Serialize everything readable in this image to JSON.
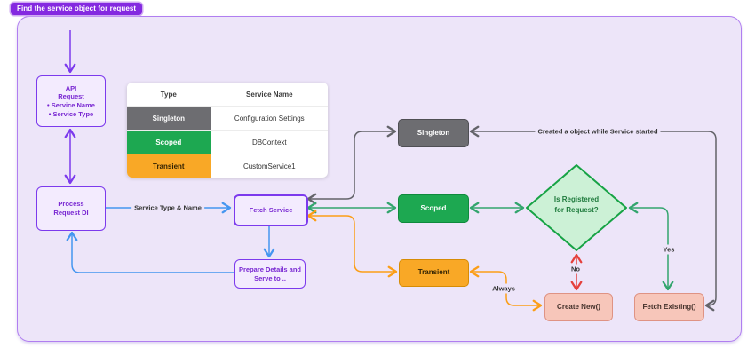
{
  "title_badge": "Find the service object for request",
  "nodes": {
    "api_request": {
      "lines": [
        "API",
        "Request",
        "• Service Name",
        "• Service Type"
      ]
    },
    "process": {
      "lines": [
        "Process",
        "Request DI"
      ]
    },
    "fetch_service": {
      "label": "Fetch Service"
    },
    "prepare": {
      "lines": [
        "Prepare Details and",
        "Serve to .."
      ]
    },
    "singleton": {
      "label": "Singleton"
    },
    "scoped": {
      "label": "Scoped"
    },
    "transient": {
      "label": "Transient"
    },
    "decision": {
      "lines": [
        "Is Registered",
        "for Request?"
      ]
    },
    "create_new": {
      "label": "Create New()"
    },
    "fetch_existing": {
      "label": "Fetch Existing()"
    }
  },
  "edge_labels": {
    "service_type_name": "Service Type & Name",
    "created_object": "Created a object while Service started",
    "no": "No",
    "yes": "Yes",
    "always": "Always"
  },
  "table": {
    "headers": [
      "Type",
      "Service Name"
    ],
    "rows": [
      {
        "type": "Singleton",
        "service": "Configuration Settings"
      },
      {
        "type": "Scoped",
        "service": "DBContext"
      },
      {
        "type": "Transient",
        "service": "CustomService1"
      }
    ]
  },
  "colors": {
    "badge_purple": "#8429e0",
    "node_purple": "#7c3aed",
    "singleton_gray": "#6d6d71",
    "scoped_green": "#1da851",
    "transient_orange": "#f9a826",
    "salmon": "#f7c6ba",
    "line_blue": "#4596f0",
    "line_green": "#33a56e",
    "line_red": "#e5403c",
    "canvas_lavender": "#ede5f9"
  }
}
